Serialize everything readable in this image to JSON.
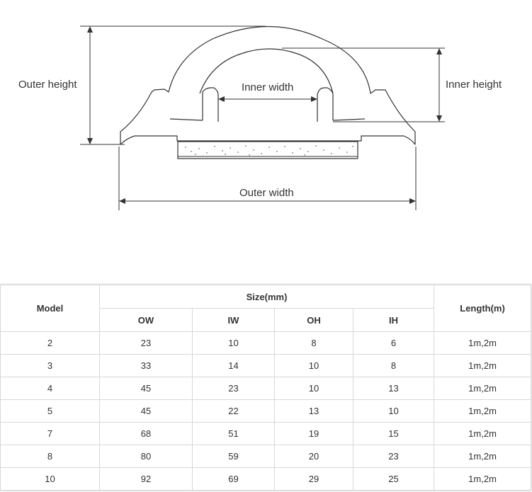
{
  "diagram": {
    "labels": {
      "outer_height": "Outer height",
      "inner_height": "Inner height",
      "inner_width": "Inner width",
      "outer_width": "Outer width"
    },
    "stroke_color": "#333333"
  },
  "table": {
    "headers": {
      "model": "Model",
      "size_group": "Size(mm)",
      "ow": "OW",
      "iw": "IW",
      "oh": "OH",
      "ih": "IH",
      "length": "Length(m)"
    },
    "rows": [
      [
        "2",
        "23",
        "10",
        "8",
        "6",
        "1m,2m"
      ],
      [
        "3",
        "33",
        "14",
        "10",
        "8",
        "1m,2m"
      ],
      [
        "4",
        "45",
        "23",
        "10",
        "13",
        "1m,2m"
      ],
      [
        "5",
        "45",
        "22",
        "13",
        "10",
        "1m,2m"
      ],
      [
        "7",
        "68",
        "51",
        "19",
        "15",
        "1m,2m"
      ],
      [
        "8",
        "80",
        "59",
        "20",
        "23",
        "1m,2m"
      ],
      [
        "10",
        "92",
        "69",
        "29",
        "25",
        "1m,2m"
      ]
    ],
    "border_color": "#d8d8d8"
  }
}
